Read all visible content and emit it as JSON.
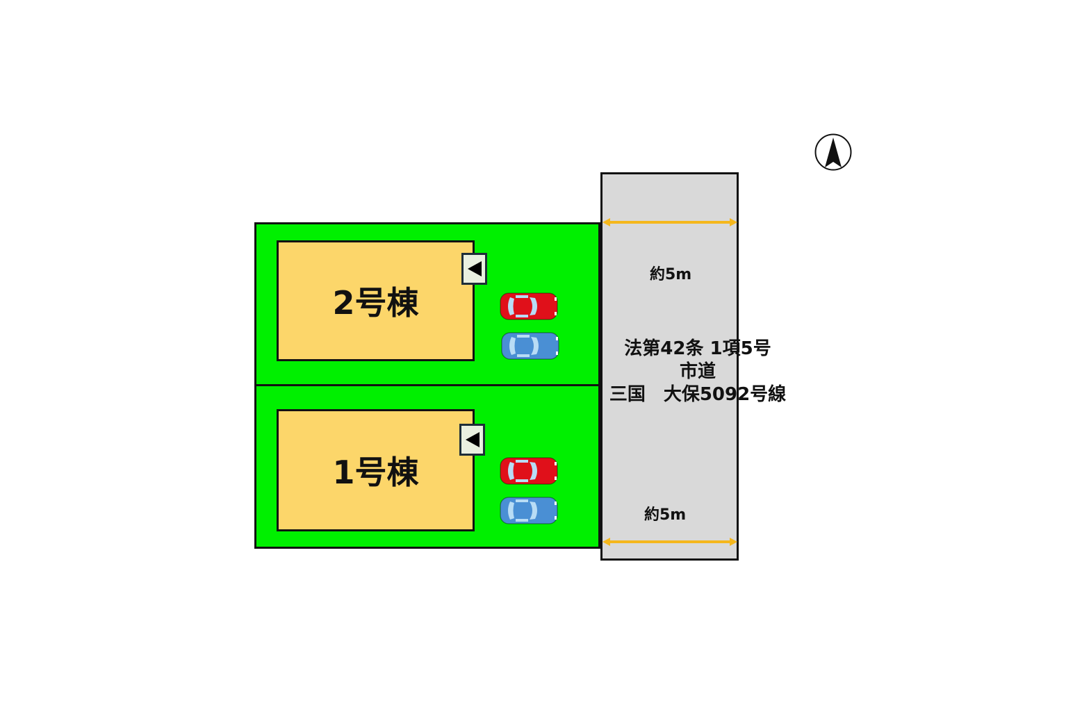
{
  "buildings": [
    {
      "label": "2号棟"
    },
    {
      "label": "1号棟"
    }
  ],
  "road": {
    "width_top": "約5m",
    "width_bottom": "約5m",
    "line1": "法第42条 1項5号",
    "line2": "市道",
    "line3": "三国　大保5092号線"
  },
  "colors": {
    "lot": "#00f000",
    "building": "#fcd66a",
    "road": "#d9d9d9",
    "arrow": "#f5b71c",
    "car_red": "#e0101a",
    "car_blue": "#4a8fd4"
  }
}
